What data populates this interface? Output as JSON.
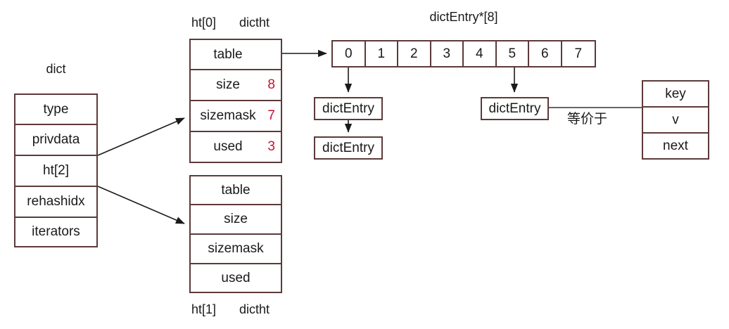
{
  "diagram": {
    "title_dict": "dict",
    "label_ht0_index": "ht[0]",
    "label_ht0_type": "dictht",
    "label_ht1_index": "ht[1]",
    "label_ht1_type": "dictht",
    "label_array": "dictEntry*[8]",
    "label_equivalent": "等价于"
  },
  "dict_struct": {
    "fields": [
      {
        "name": "type"
      },
      {
        "name": "privdata"
      },
      {
        "name": "ht[2]"
      },
      {
        "name": "rehashidx"
      },
      {
        "name": "iterators"
      }
    ]
  },
  "dictht0": {
    "fields": [
      {
        "name": "table",
        "value": ""
      },
      {
        "name": "size",
        "value": "8"
      },
      {
        "name": "sizemask",
        "value": "7"
      },
      {
        "name": "used",
        "value": "3"
      }
    ]
  },
  "dictht1": {
    "fields": [
      {
        "name": "table",
        "value": ""
      },
      {
        "name": "size",
        "value": ""
      },
      {
        "name": "sizemask",
        "value": ""
      },
      {
        "name": "used",
        "value": ""
      }
    ]
  },
  "bucket_array": {
    "slots": [
      "0",
      "1",
      "2",
      "3",
      "4",
      "5",
      "6",
      "7"
    ]
  },
  "entries": {
    "bucket0_first": "dictEntry",
    "bucket0_second": "dictEntry",
    "bucket5_first": "dictEntry"
  },
  "dictentry_struct": {
    "fields": [
      {
        "name": "key"
      },
      {
        "name": "v"
      },
      {
        "name": "next"
      }
    ]
  },
  "colors": {
    "border": "#5c3a3a",
    "value_red": "#c8102e",
    "text": "#1a1a1a",
    "arrow": "#1a1a1a",
    "background": "#ffffff"
  }
}
